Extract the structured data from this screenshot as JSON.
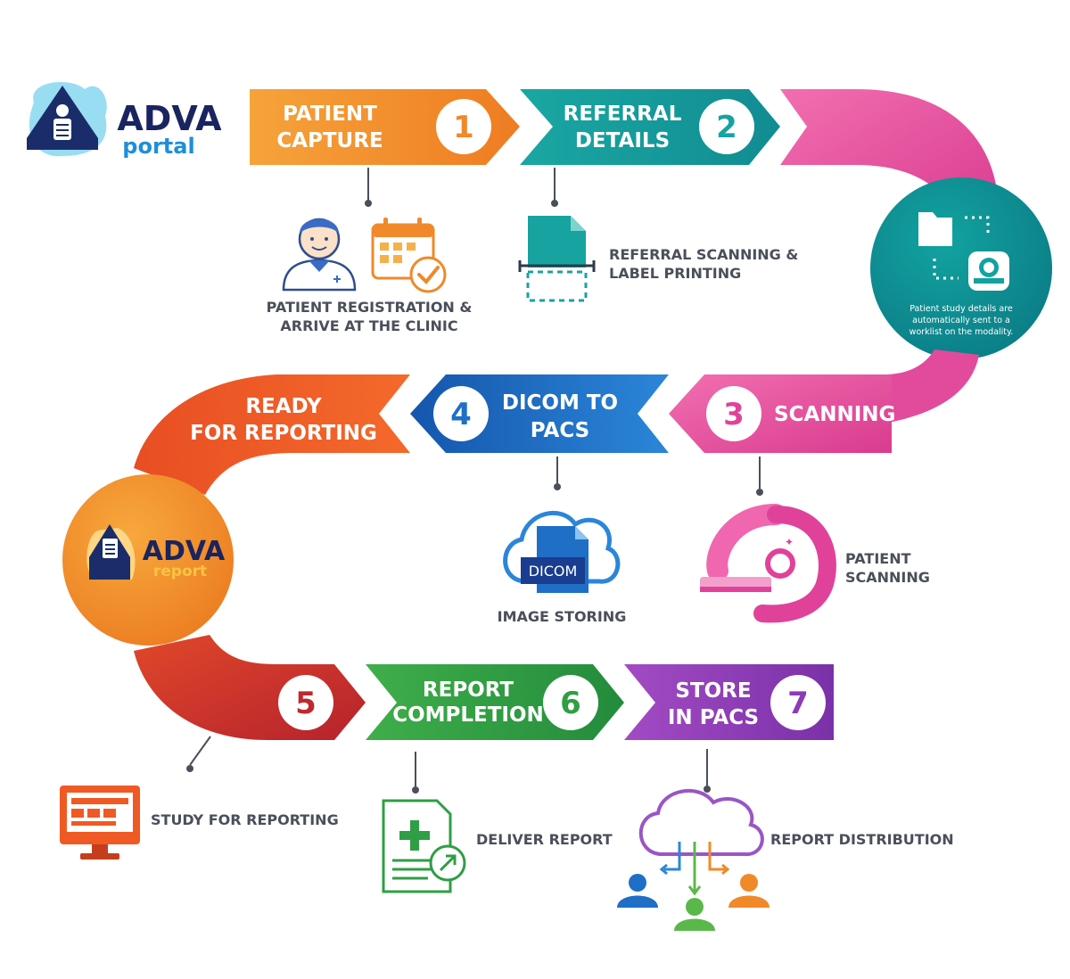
{
  "brand": {
    "portal": {
      "name": "ADVA",
      "product": "portal"
    },
    "report": {
      "name": "ADVA",
      "product": "report"
    }
  },
  "steps": [
    {
      "num": "1",
      "line1": "PATIENT",
      "line2": "CAPTURE",
      "color": "#f0892a"
    },
    {
      "num": "2",
      "line1": "REFERRAL",
      "line2": "DETAILS",
      "color": "#17a3a0"
    },
    {
      "num": "3",
      "line1": "SCANNING",
      "line2": "",
      "color": "#e0429a"
    },
    {
      "num": "4",
      "line1": "DICOM TO",
      "line2": "PACS",
      "color": "#1f6fc6"
    },
    {
      "num": "",
      "line1": "READY",
      "line2": "FOR REPORTING",
      "color": "#ef5a24"
    },
    {
      "num": "5",
      "line1": "",
      "line2": "",
      "color": "#c0282c"
    },
    {
      "num": "6",
      "line1": "REPORT",
      "line2": "COMPLETION",
      "color": "#2f9e44"
    },
    {
      "num": "7",
      "line1": "STORE",
      "line2": "IN PACS",
      "color": "#8e3ab8"
    }
  ],
  "labels": {
    "registration": [
      "PATIENT REGISTRATION &",
      "ARRIVE AT THE CLINIC"
    ],
    "referral_scanning": [
      "REFERRAL SCANNING &",
      "LABEL PRINTING"
    ],
    "worklist_note": [
      "Patient study details are",
      "automatically sent to a",
      "worklist on the modality."
    ],
    "patient_scanning": [
      "PATIENT",
      "SCANNING"
    ],
    "image_storing": "IMAGE STORING",
    "study_for_reporting": "STUDY FOR REPORTING",
    "deliver_report": "DELIVER REPORT",
    "report_distribution": "REPORT DISTRIBUTION"
  },
  "icons": {
    "dicom_badge": "DICOM",
    "names": [
      "doctor-icon",
      "calendar-check-icon",
      "document-scan-icon",
      "folder-modality-icon",
      "dicom-cloud-icon",
      "mri-scanner-icon",
      "monitor-icon",
      "report-plus-icon",
      "cloud-distribution-icon"
    ]
  }
}
